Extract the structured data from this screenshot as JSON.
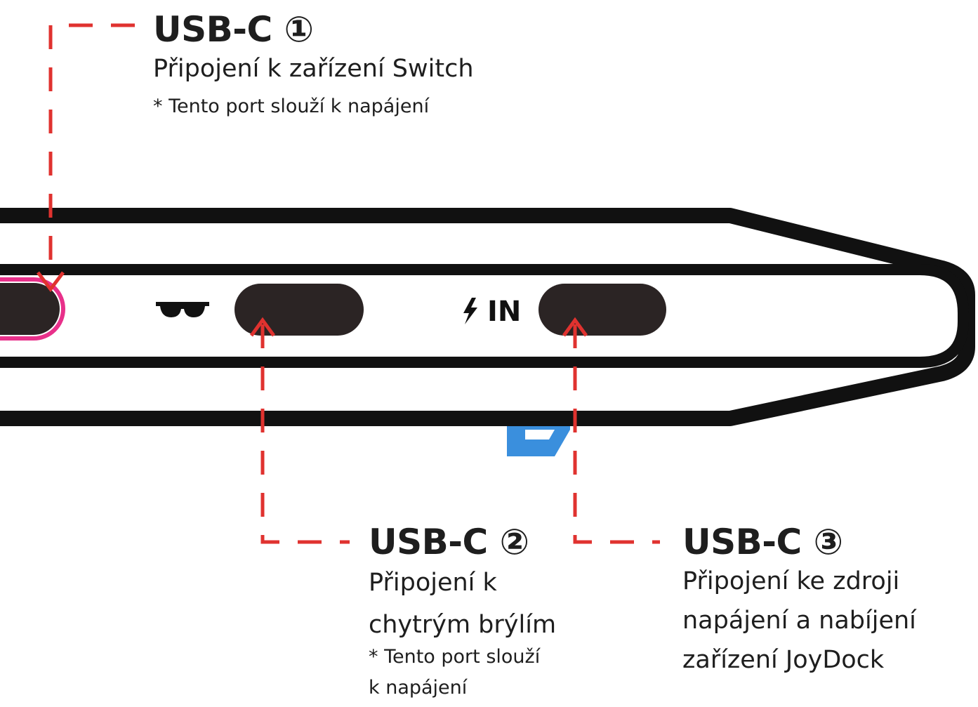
{
  "colors": {
    "outline": "#111111",
    "port_fill": "#2b2424",
    "leader_dash": "#e0322f",
    "highlight_ring": "#e8308a",
    "blue_tab": "#3a8fdd",
    "text": "#1e1e1e"
  },
  "device": {
    "power_in_label": "IN",
    "icons": [
      "sunglasses-icon",
      "lightning-bolt-icon"
    ]
  },
  "ports": [
    {
      "title": "USB-C ①",
      "description": [
        "Připojení k zařízení Switch"
      ],
      "note": [
        "* Tento port slouží k napájení"
      ]
    },
    {
      "title": "USB-C ②",
      "description": [
        "Připojení k",
        "chytrým brýlím"
      ],
      "note": [
        "* Tento port slouží",
        "k napájení"
      ]
    },
    {
      "title": "USB-C ③",
      "description": [
        "Připojení ke zdroji",
        "napájení a nabíjení",
        "zařízení JoyDock"
      ],
      "note": []
    }
  ]
}
